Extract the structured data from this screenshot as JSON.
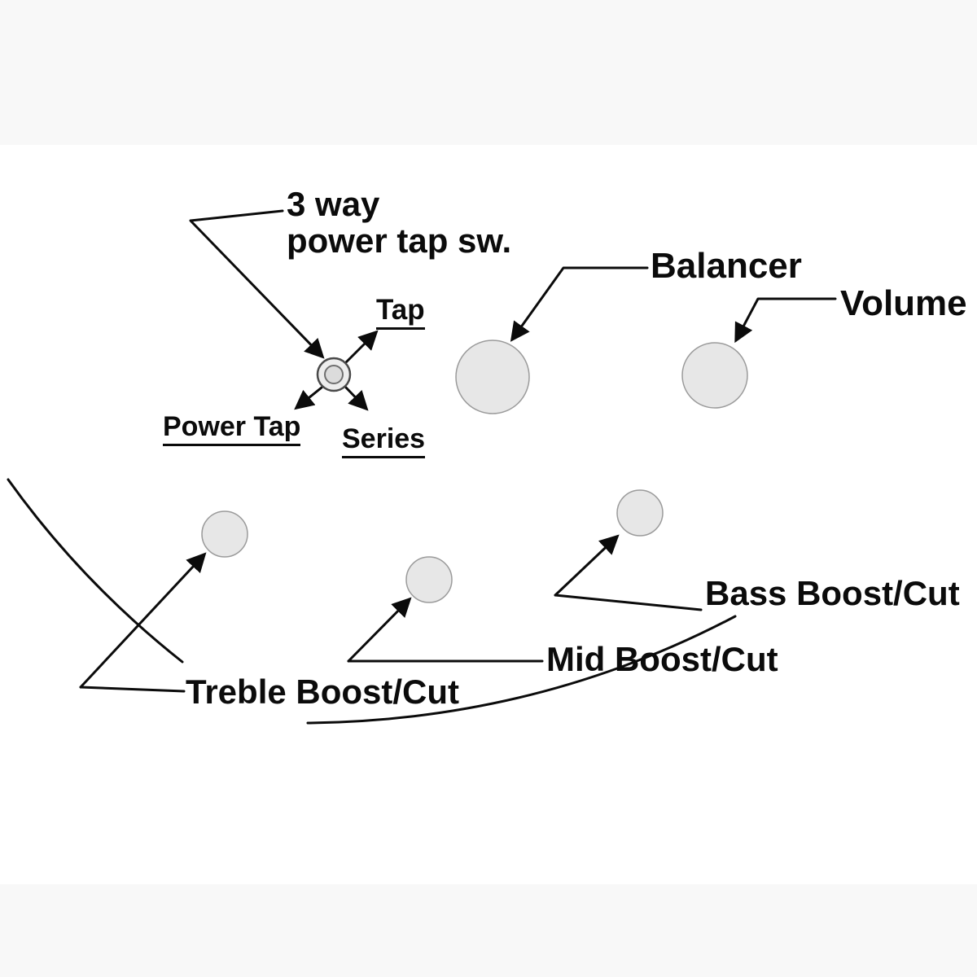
{
  "figure": {
    "type": "bass-guitar-control-layout-diagram"
  },
  "labels": {
    "switch_name_line1": "3 way",
    "switch_name_line2": "power tap sw.",
    "switch_pos_tap": "Tap",
    "switch_pos_power_tap": "Power Tap",
    "switch_pos_series": "Series",
    "balancer": "Balancer",
    "volume": "Volume",
    "bass": "Bass Boost/Cut",
    "mid": "Mid Boost/Cut",
    "treble": "Treble Boost/Cut"
  },
  "colors": {
    "knob_fill": "#e7e7e7",
    "switch_outer_fill": "#ededed",
    "switch_inner_fill": "#dcdcdc",
    "line": "#0b0b0b",
    "text": "#0b0b0b",
    "background": "#ffffff"
  }
}
